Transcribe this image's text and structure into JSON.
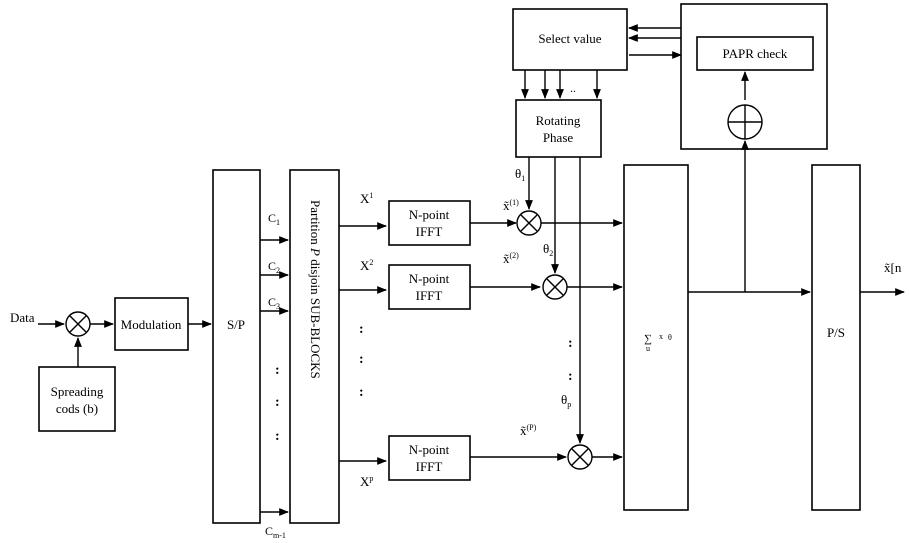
{
  "blocks": {
    "spreading": [
      "Spreading",
      "cods (b)"
    ],
    "modulation": "Modulation",
    "sp": "S/P",
    "partition": [
      "Partition ",
      "P",
      " disjoin SUB-BLOCKS"
    ],
    "ifft": [
      "N-point",
      "IFFT"
    ],
    "select": "Select value",
    "rotating": [
      "Rotating",
      "Phase"
    ],
    "papr": "PAPR check",
    "ps": "P/S",
    "sum": [
      "∑",
      "u",
      "x",
      "θ"
    ]
  },
  "labels": {
    "data": "Data",
    "c": [
      {
        "base": "C",
        "sub": "1"
      },
      {
        "base": "C",
        "sub": "2"
      },
      {
        "base": "C",
        "sub": "3"
      },
      {
        "base": "C",
        "sub": "m-1"
      }
    ],
    "x": [
      {
        "base": "X",
        "sup": "1"
      },
      {
        "base": "X",
        "sup": "2"
      },
      {
        "base": "X",
        "sup": "p"
      }
    ],
    "theta": [
      {
        "base": "θ",
        "sub": "1"
      },
      {
        "base": "θ",
        "sub": "2"
      },
      {
        "base": "θ",
        "sub": "p"
      }
    ],
    "xtilde": [
      {
        "base": "x̃",
        "sup": "(1)"
      },
      {
        "base": "x̃",
        "sup": "(2)"
      },
      {
        "base": "x̃",
        "sup": "(P)"
      }
    ],
    "output": "x̃[n",
    "dots": "..",
    "vdot": ":"
  }
}
